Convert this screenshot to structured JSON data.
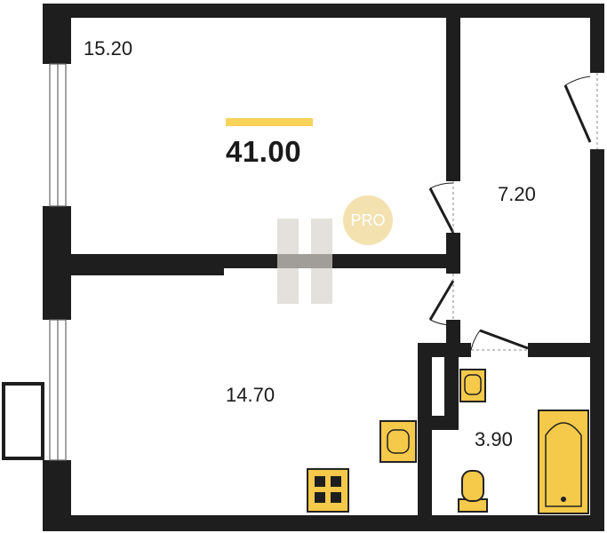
{
  "plan": {
    "total_area": "41.00",
    "rooms": [
      {
        "name": "room-top-left",
        "area": "15.20"
      },
      {
        "name": "room-top-right",
        "area": "7.20"
      },
      {
        "name": "room-bottom-left",
        "area": "14.70"
      },
      {
        "name": "bathroom",
        "area": "3.90"
      }
    ],
    "watermark_text": "PRO"
  },
  "colors": {
    "wall": "#1e1e1e",
    "accent": "#f7d35a",
    "fixture_fill": "#f5c94a",
    "fixture_stroke": "#222222",
    "watermark": "#f3e2b0",
    "window_line": "#666666"
  }
}
